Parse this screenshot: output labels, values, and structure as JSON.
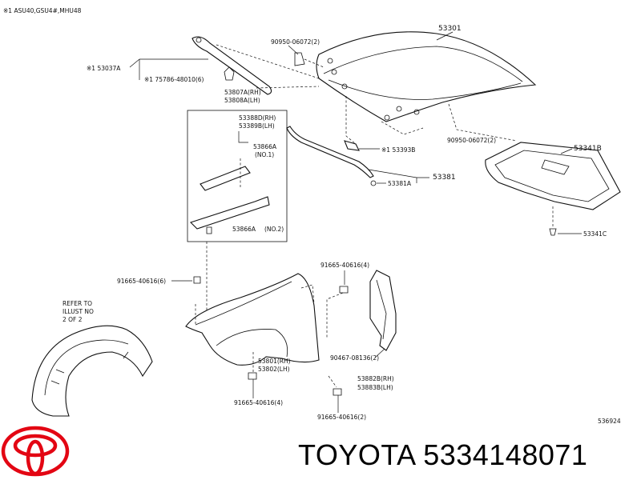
{
  "header": {
    "note": "※1 ASU40,GSU4#,MHU48"
  },
  "callouts": {
    "c53301": "53301",
    "c90950a": "90950-06072(2)",
    "c53037a": "※1 53037A",
    "c175786": "※1 75786-48010(6)",
    "c53807a": "53807A(RH)",
    "c53808a": "53808A(LH)",
    "c53388d": "53388D(RH)",
    "c53389b": "53389B(LH)",
    "c53866a1": "53866A",
    "c53866a1sub": "(NO.1)",
    "c53866a2": "53866A",
    "c53866a2sub": "(NO.2)",
    "c53393b": "※1 53393B",
    "c90950b": "90950-06072(2)",
    "c53341b": "53341B",
    "c53381": "53381",
    "c53381a": "53381A",
    "c53341c": "53341C",
    "c91665a": "91665-40616(6)",
    "c91665b": "91665-40616(4)",
    "c91665c": "91665-40616(4)",
    "c91665d": "91665-40616(2)",
    "c90467": "90467-08136(2)",
    "c53801": "53801(RH)",
    "c53802": "53802(LH)",
    "c53882b": "53882B(RH)",
    "c53883b": "53883B(LH)",
    "ref1": "REFER TO",
    "ref2": "ILLUST NO",
    "ref3": "2 OF 2",
    "diagram_no": "536924"
  },
  "brand": {
    "text": "TOYOTA 5334148071",
    "logo_color": "#e30613"
  }
}
